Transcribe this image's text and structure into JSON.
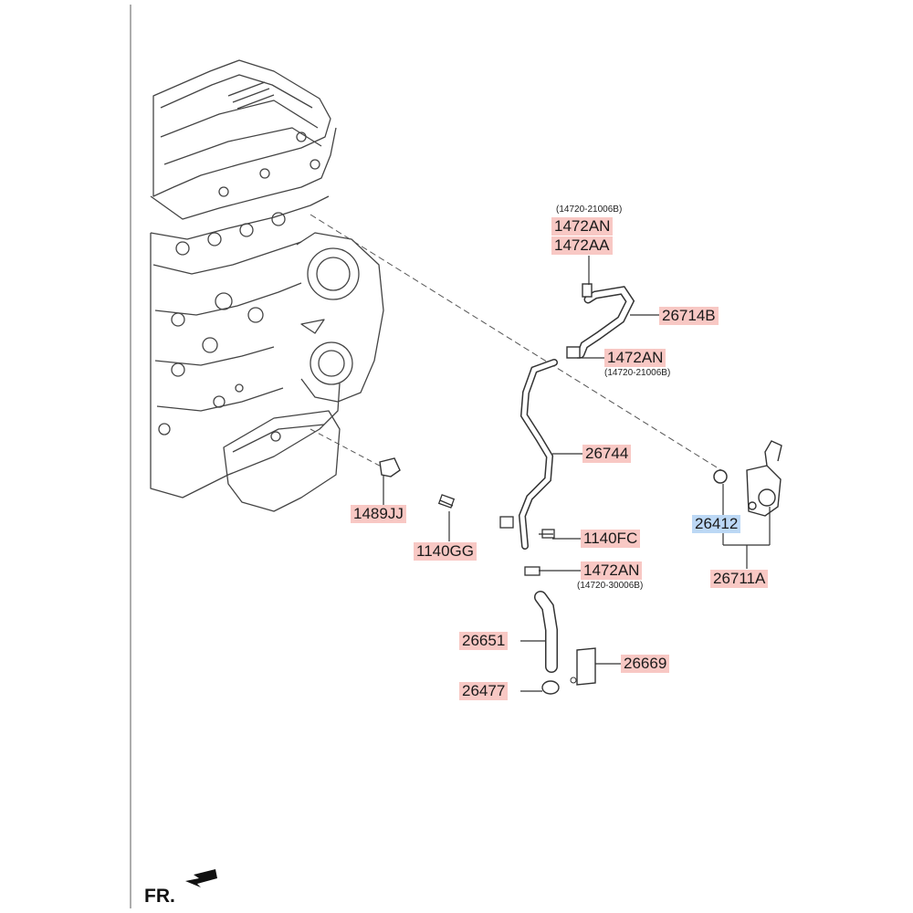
{
  "parts": {
    "ref_top": "(14720-21006B)",
    "p_1472an_top": "1472AN",
    "p_1472aa": "1472AA",
    "p_26714b": "26714B",
    "p_1472an_mid": "1472AN",
    "ref_mid": "(14720-21006B)",
    "p_26744": "26744",
    "p_1489jj": "1489JJ",
    "p_1140gg": "1140GG",
    "p_1140fc": "1140FC",
    "p_26412": "26412",
    "p_1472an_low": "1472AN",
    "ref_low": "(14720-30006B)",
    "p_26711a": "26711A",
    "p_26651": "26651",
    "p_26669": "26669",
    "p_26477": "26477"
  },
  "orientation": {
    "front_label": "FR."
  },
  "colors": {
    "label_highlight": "#f8c8c4",
    "label_selected": "#bcd8f5",
    "line": "#555555"
  }
}
